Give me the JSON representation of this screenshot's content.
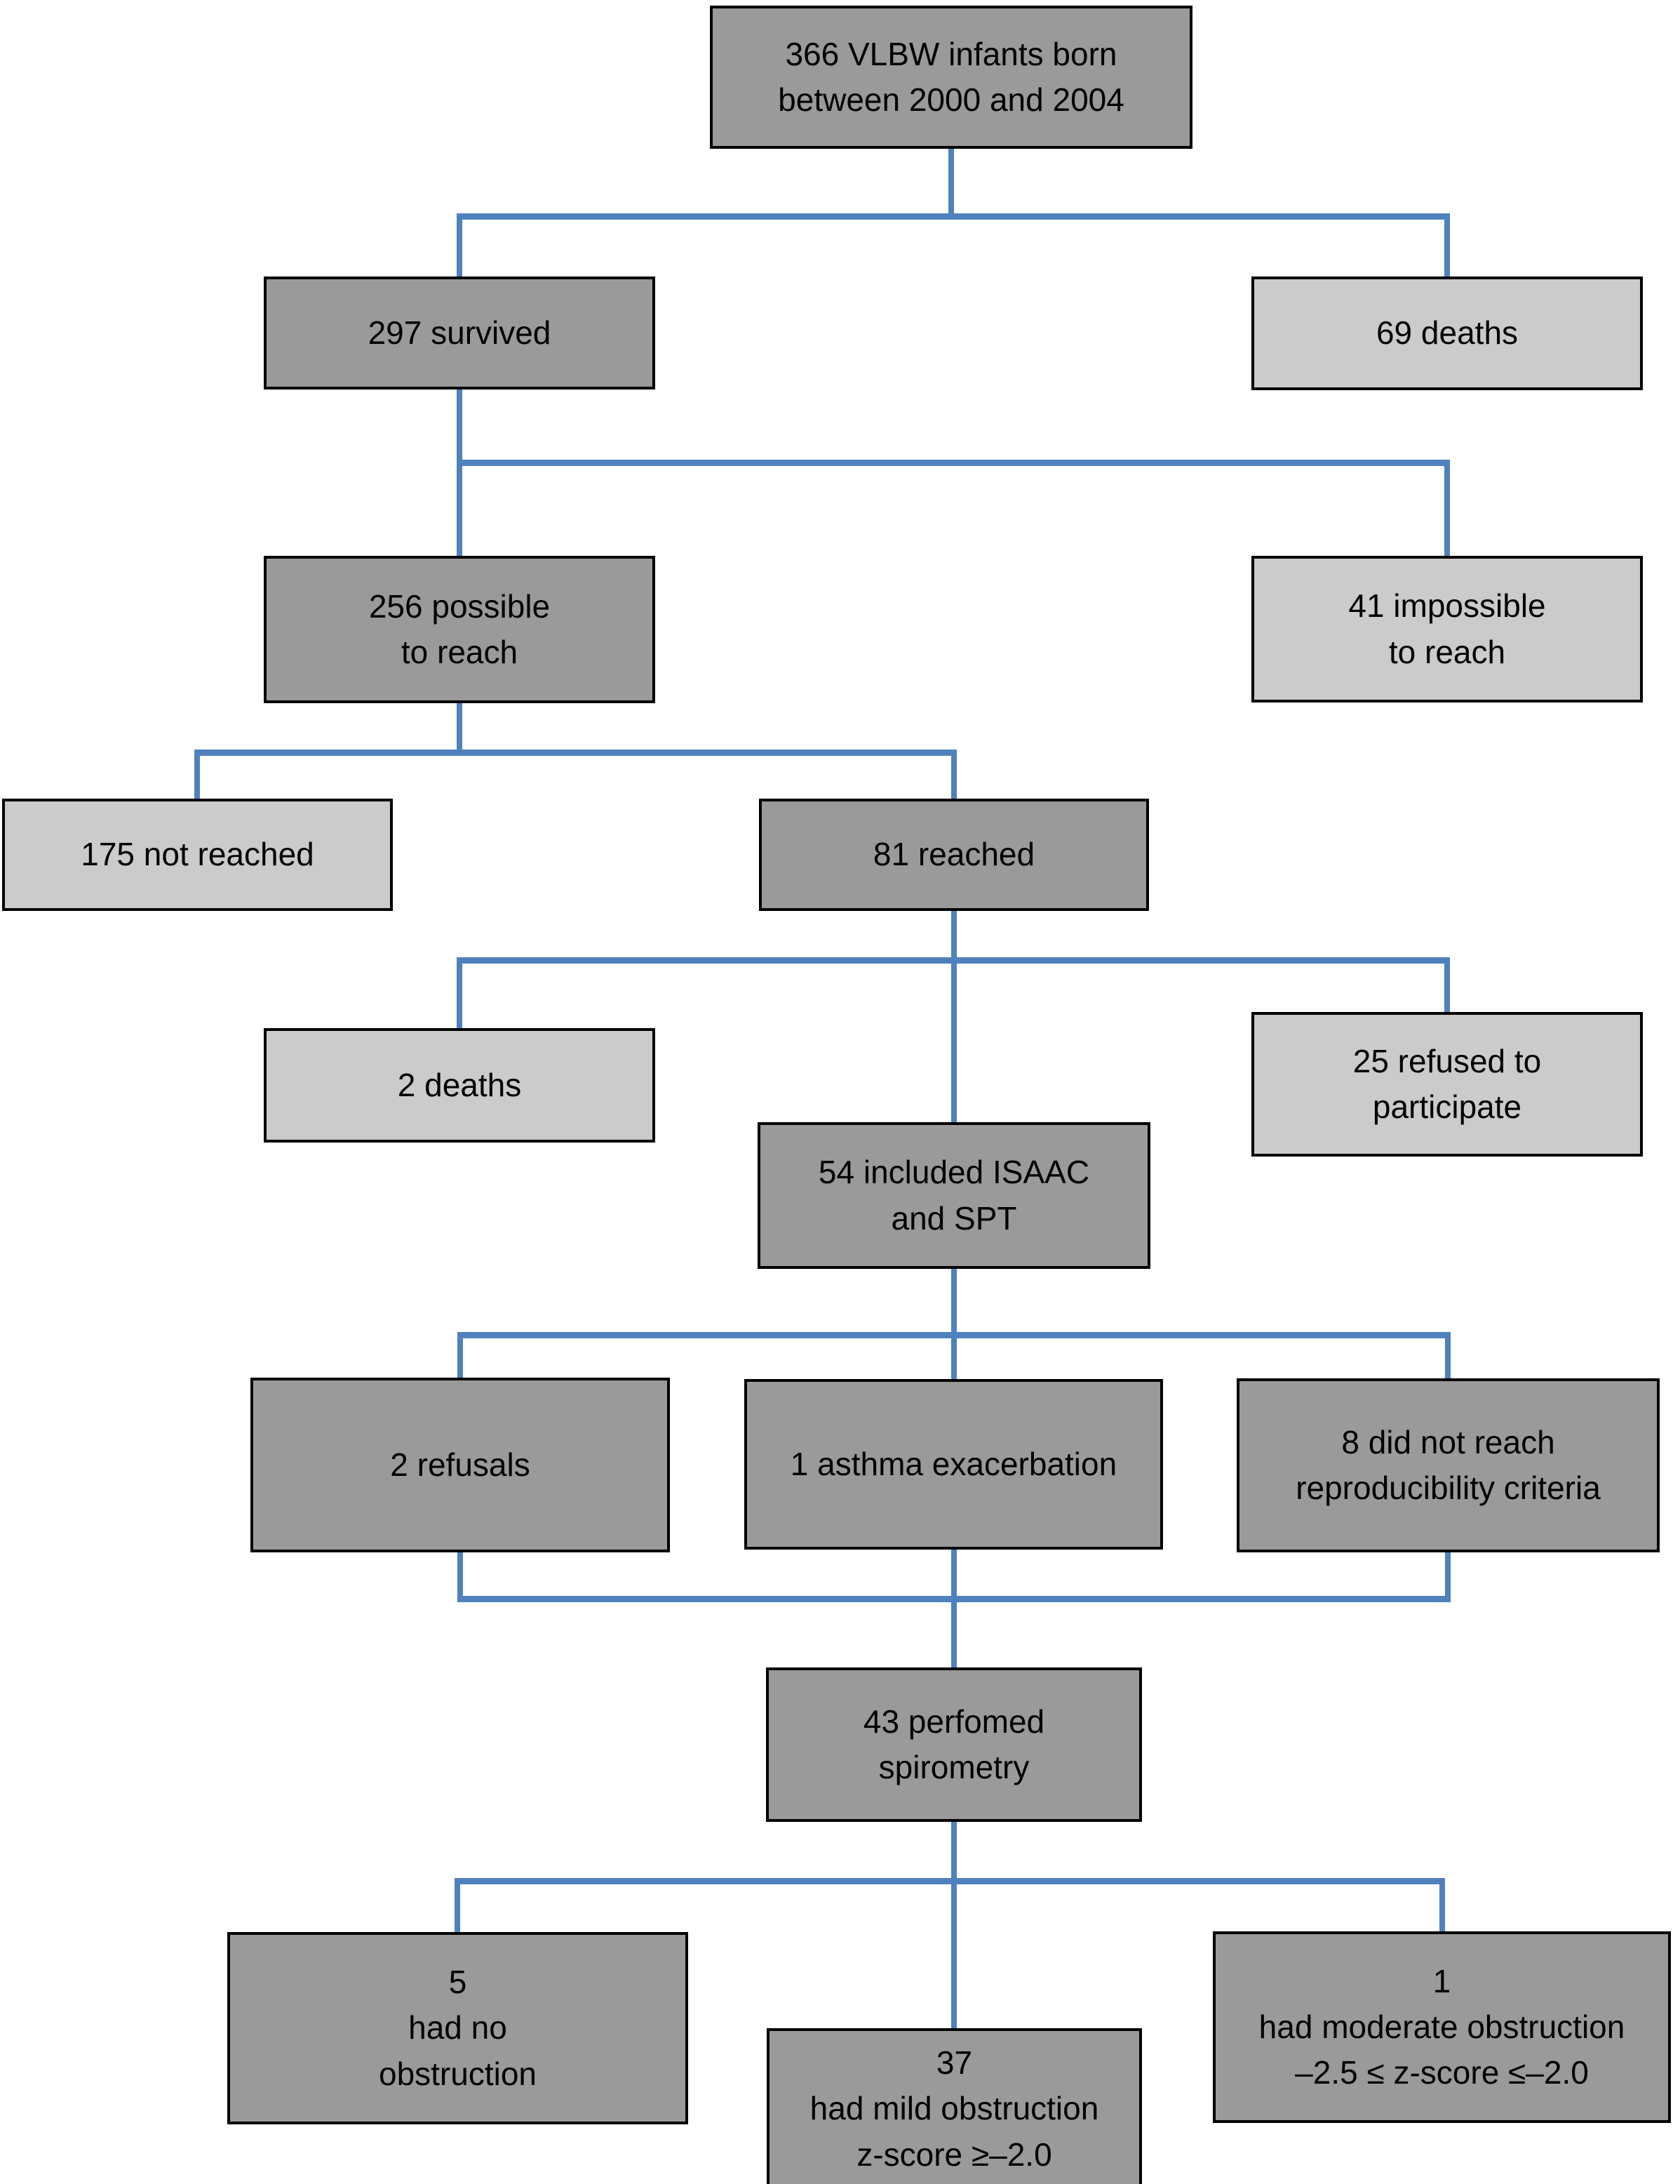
{
  "palette": {
    "background": "#ffffff",
    "box_dark": "#9a9a9a",
    "box_light": "#cbcbcb",
    "box_border": "#000000",
    "connector": "#4f81bd",
    "text": "#000000"
  },
  "diagram": {
    "type": "flowchart",
    "nodes": {
      "total": {
        "label": "366 VLBW infants born\nbetween 2000 and 2004",
        "shade": "dark"
      },
      "survived": {
        "label": "297 survived",
        "shade": "dark"
      },
      "deaths_initial": {
        "label": "69 deaths",
        "shade": "light"
      },
      "possible_reach": {
        "label": "256 possible\nto reach",
        "shade": "dark"
      },
      "impossible_reach": {
        "label": "41 impossible\nto reach",
        "shade": "light"
      },
      "not_reached": {
        "label": "175 not reached",
        "shade": "light"
      },
      "reached": {
        "label": "81 reached",
        "shade": "dark"
      },
      "deaths_later": {
        "label": "2 deaths",
        "shade": "light"
      },
      "refused": {
        "label": "25 refused to\nparticipate",
        "shade": "light"
      },
      "included": {
        "label": "54 included ISAAC\nand SPT",
        "shade": "dark"
      },
      "refusals": {
        "label": "2 refusals",
        "shade": "dark"
      },
      "asthma": {
        "label": "1 asthma exacerbation",
        "shade": "dark"
      },
      "criteria": {
        "label": "8 did not reach\nreproducibility criteria",
        "shade": "dark"
      },
      "spirometry": {
        "label": "43 perfomed\nspirometry",
        "shade": "dark"
      },
      "no_obstruction": {
        "label": "5\nhad no\nobstruction",
        "shade": "dark"
      },
      "mild_obstruction": {
        "label": "37\nhad mild obstruction\nz-score ≥–2.0",
        "shade": "dark"
      },
      "moderate_obstruction": {
        "label": "1\nhad moderate obstruction\n–2.5 ≤ z-score ≤–2.0",
        "shade": "dark"
      }
    },
    "edges": [
      {
        "from": "total",
        "to": "survived"
      },
      {
        "from": "total",
        "to": "deaths_initial"
      },
      {
        "from": "survived",
        "to": "possible_reach"
      },
      {
        "from": "survived",
        "to": "impossible_reach"
      },
      {
        "from": "possible_reach",
        "to": "not_reached"
      },
      {
        "from": "possible_reach",
        "to": "reached"
      },
      {
        "from": "reached",
        "to": "deaths_later"
      },
      {
        "from": "reached",
        "to": "refused"
      },
      {
        "from": "reached",
        "to": "included"
      },
      {
        "from": "included",
        "to": "refusals"
      },
      {
        "from": "included",
        "to": "asthma"
      },
      {
        "from": "included",
        "to": "criteria"
      },
      {
        "from": "refusals",
        "to": "spirometry"
      },
      {
        "from": "asthma",
        "to": "spirometry"
      },
      {
        "from": "criteria",
        "to": "spirometry"
      },
      {
        "from": "spirometry",
        "to": "no_obstruction"
      },
      {
        "from": "spirometry",
        "to": "mild_obstruction"
      },
      {
        "from": "spirometry",
        "to": "moderate_obstruction"
      }
    ]
  }
}
